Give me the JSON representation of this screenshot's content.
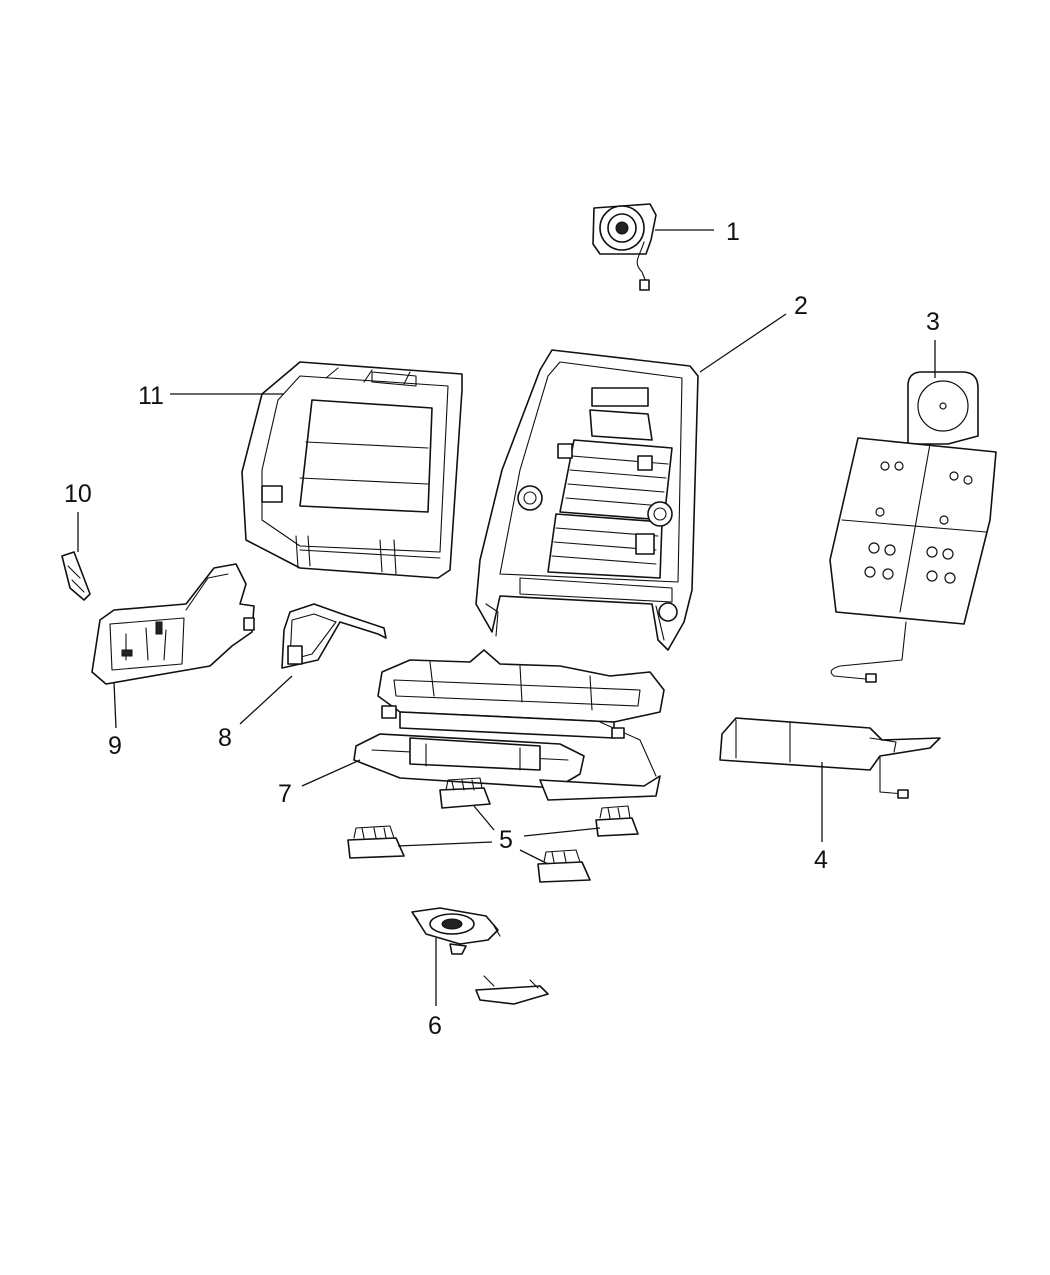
{
  "callouts": {
    "c1": "1",
    "c2": "2",
    "c3": "3",
    "c4": "4",
    "c5": "5",
    "c6": "6",
    "c7": "7",
    "c8": "8",
    "c9": "9",
    "c10": "10",
    "c11": "11"
  },
  "icons": {
    "part1": "airbag-module-icon",
    "part2": "seat-back-frame-icon",
    "part3": "seat-back-heater-pad-icon",
    "part4": "seat-cushion-heater-pad-icon",
    "part5": "track-cover-icon",
    "part6": "sensor-module-icon",
    "part7": "seat-adjuster-frame-icon",
    "part8": "shield-bracket-icon",
    "part9": "side-shield-icon",
    "part10": "small-bracket-icon",
    "part11": "seat-back-panel-icon"
  },
  "colors": {
    "line": "#111111",
    "background": "#ffffff"
  }
}
